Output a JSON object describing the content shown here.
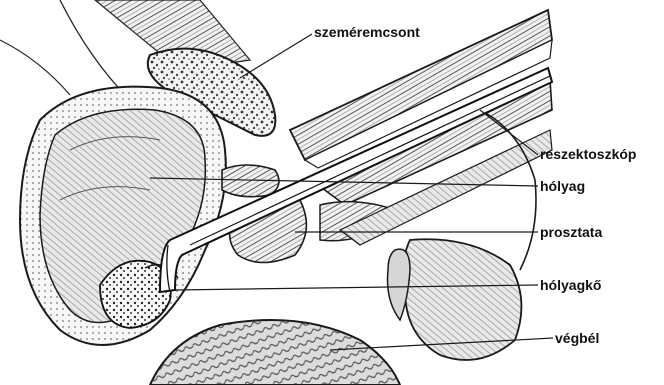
{
  "labels": {
    "pubic_bone": "szeméremcsont",
    "resectoscope": "reszektoszkóp",
    "bladder": "hólyag",
    "prostate": "prosztata",
    "bladder_stone": "hólyagkő",
    "rectum": "végbél"
  },
  "colors": {
    "ink": "#1a1a1a",
    "background": "#ffffff"
  }
}
